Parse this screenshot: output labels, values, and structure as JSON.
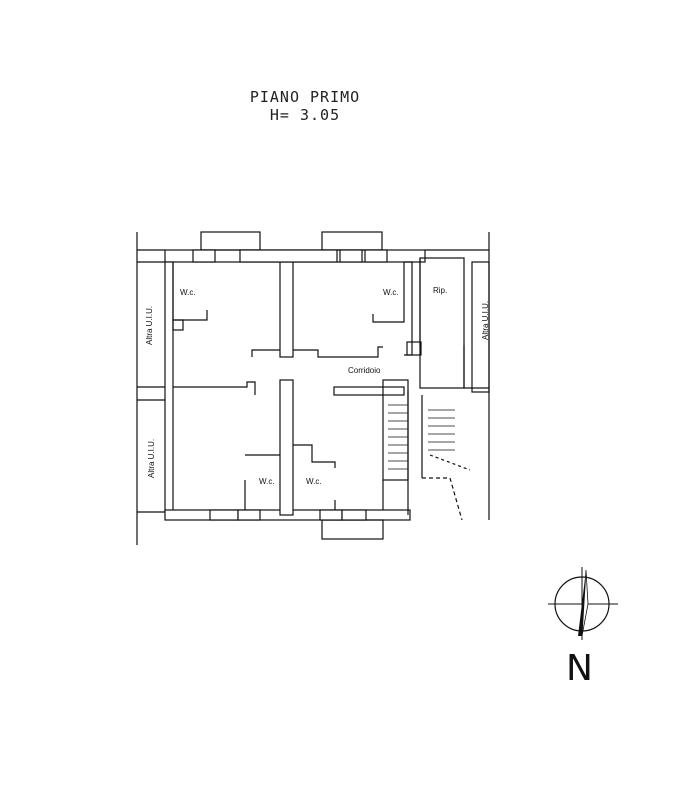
{
  "header": {
    "floor_name": "PIANO  PRIMO",
    "height": "H= 3.05"
  },
  "rooms": {
    "wc_top_left": "W.c.",
    "wc_top_right": "W.c.",
    "storage": "Rip.",
    "corridor": "Corridoio",
    "wc_bottom_left": "W.c.",
    "wc_bottom_right": "W.c."
  },
  "neighbors": {
    "left_upper": "Altra U.I.U.",
    "left_lower": "Altra U.I.U.",
    "right": "Altra U.I.U."
  },
  "compass": {
    "letter": "N"
  }
}
